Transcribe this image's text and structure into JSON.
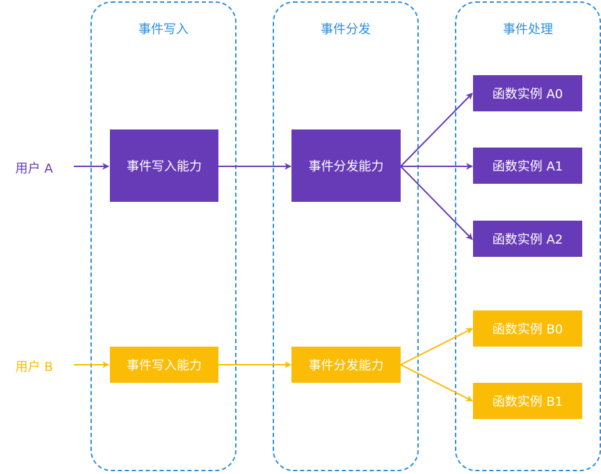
{
  "colors": {
    "lane_border": "#2b8fe0",
    "user_a": "#673ab7",
    "user_b": "#fbbc05"
  },
  "lanes": [
    {
      "title": "事件写入"
    },
    {
      "title": "事件分发"
    },
    {
      "title": "事件处理"
    }
  ],
  "users": {
    "a": "用户 A",
    "b": "用户 B"
  },
  "flow_a": {
    "write": "事件写入能力",
    "dispatch": "事件分发能力",
    "instances": [
      "函数实例 A0",
      "函数实例 A1",
      "函数实例 A2"
    ]
  },
  "flow_b": {
    "write": "事件写入能力",
    "dispatch": "事件分发能力",
    "instances": [
      "函数实例 B0",
      "函数实例 B1"
    ]
  }
}
